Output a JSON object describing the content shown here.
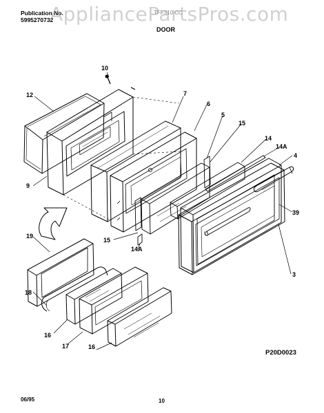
{
  "header": {
    "publication_label": "Publication No.",
    "publication_number": "5995270732",
    "model": "TFF310 CC",
    "section": "DOOR",
    "watermark": "AppliancePartsPros.com"
  },
  "diagram_code": "P20D0023",
  "footer": {
    "date": "06/95",
    "page": "10"
  },
  "callouts": [
    {
      "id": "c10",
      "text": "10"
    },
    {
      "id": "c12",
      "text": "12"
    },
    {
      "id": "c7",
      "text": "7"
    },
    {
      "id": "c6",
      "text": "6"
    },
    {
      "id": "c5",
      "text": "5"
    },
    {
      "id": "c15a",
      "text": "15"
    },
    {
      "id": "c14",
      "text": "14"
    },
    {
      "id": "c14a1",
      "text": "14A"
    },
    {
      "id": "c4",
      "text": "4"
    },
    {
      "id": "c9",
      "text": "9"
    },
    {
      "id": "c39",
      "text": "39"
    },
    {
      "id": "c19",
      "text": "19"
    },
    {
      "id": "c15b",
      "text": "15"
    },
    {
      "id": "c14a2",
      "text": "14A"
    },
    {
      "id": "c3",
      "text": "3"
    },
    {
      "id": "c18",
      "text": "18"
    },
    {
      "id": "c16a",
      "text": "16"
    },
    {
      "id": "c17",
      "text": "17"
    },
    {
      "id": "c16b",
      "text": "16"
    }
  ]
}
